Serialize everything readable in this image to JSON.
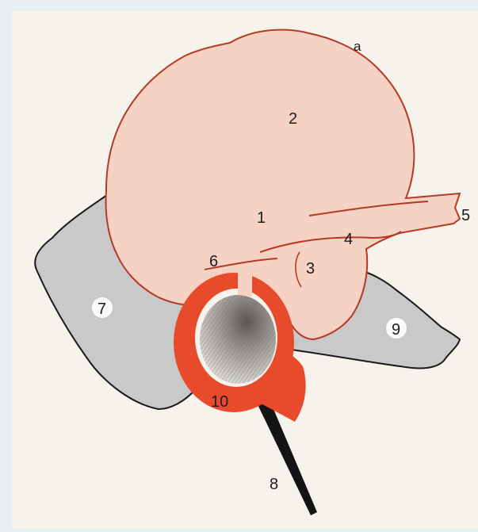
{
  "labels": {
    "a": "a",
    "n1": "1",
    "n2": "2",
    "n3": "3",
    "n4": "4",
    "n5": "5",
    "n6": "6",
    "n7": "7",
    "n8": "8",
    "n9": "9",
    "n10": "10"
  },
  "colors": {
    "background": "#e9eef3",
    "paper": "#f5f3ec",
    "brain_fill": "#f6d2c5",
    "brain_outline": "#b53a24",
    "grey_structure": "#c9c9c9",
    "ring_red": "#e84b2b",
    "stalk_black": "#141414"
  }
}
